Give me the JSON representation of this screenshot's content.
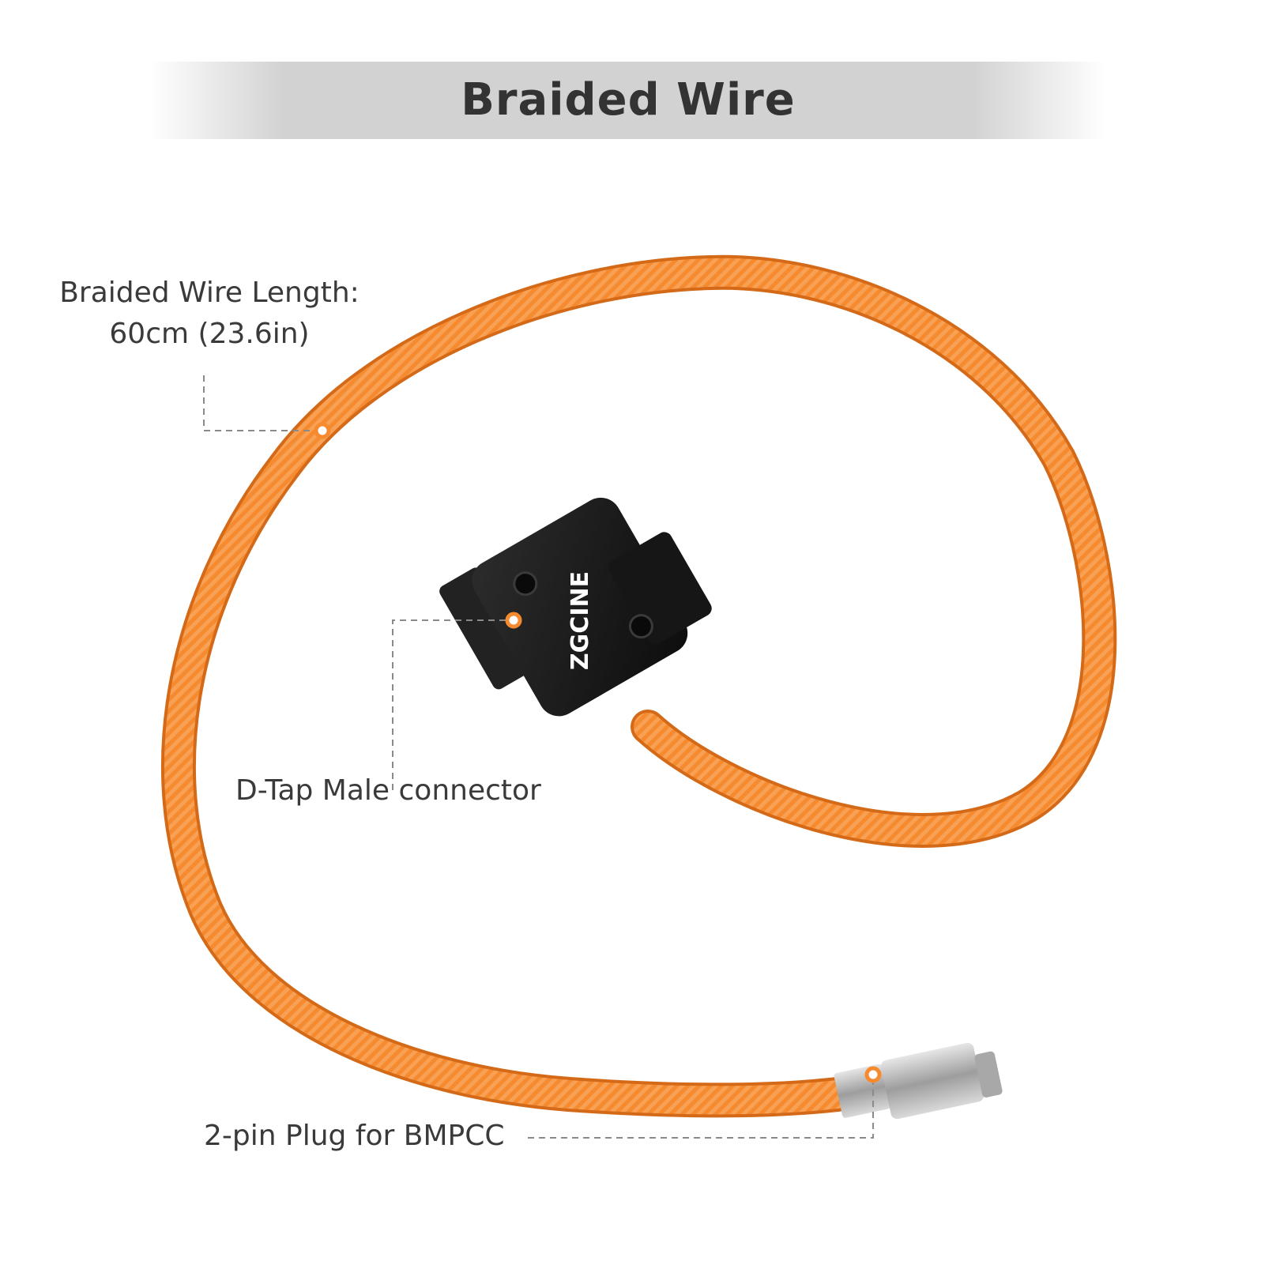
{
  "banner": {
    "title": "Braided Wire"
  },
  "callouts": {
    "wire_length": {
      "line1": "Braided Wire Length:",
      "line2": "60cm (23.6in)"
    },
    "dtap": {
      "label": "D-Tap Male connector"
    },
    "plug": {
      "label": "2-pin Plug for BMPCC"
    }
  },
  "product": {
    "brand_logo": "ZGCINE"
  },
  "colors": {
    "cable": "#f58a2f",
    "connector": "#1b1b1b",
    "metal": "#b9b9b9",
    "marker": "#f58a2f"
  }
}
